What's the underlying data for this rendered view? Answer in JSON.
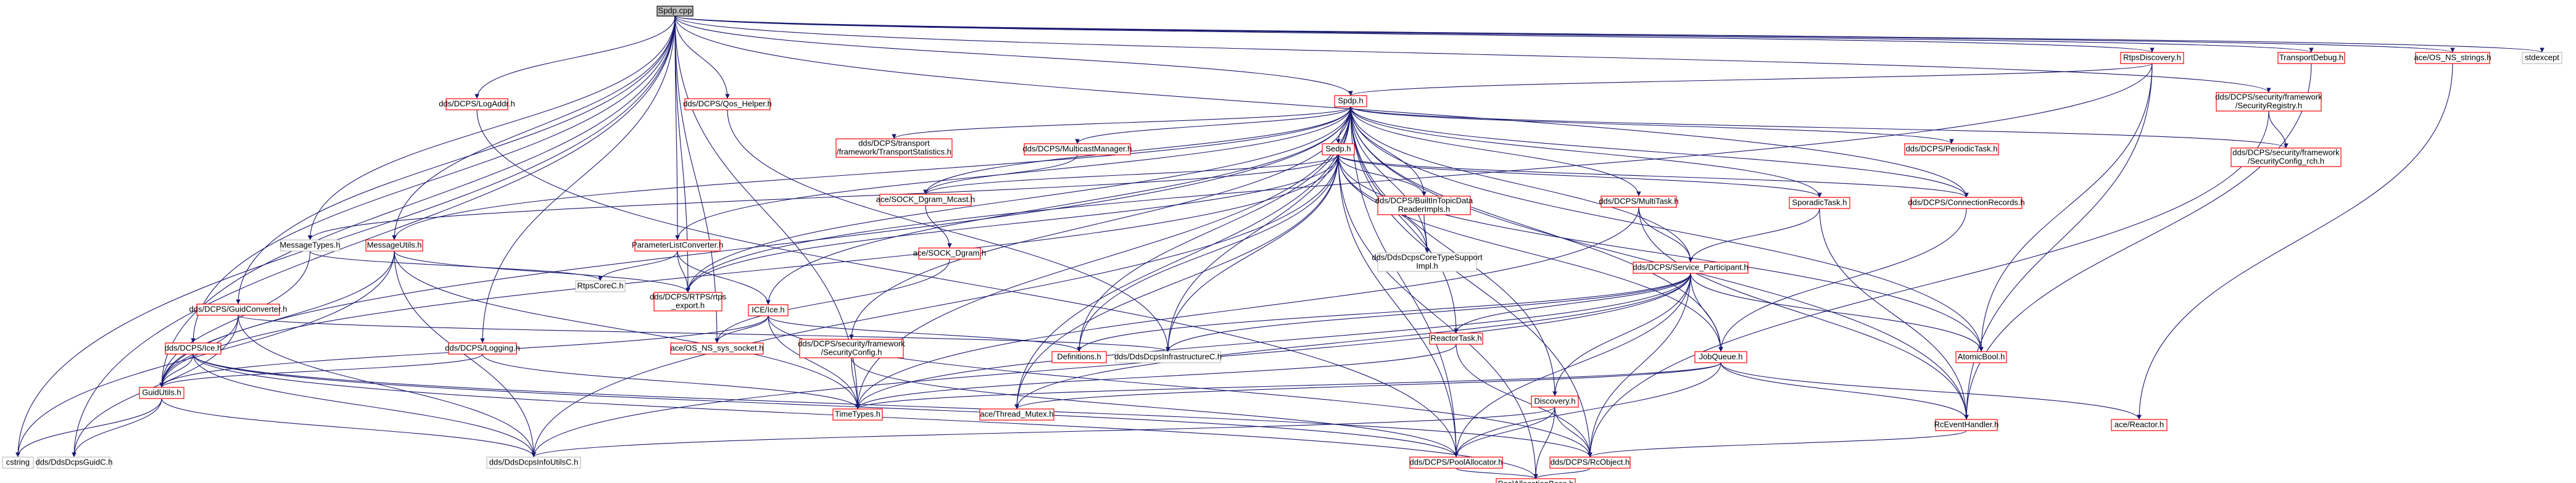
{
  "diagram": {
    "type": "include-dependency-graph",
    "root": "Spdp.cpp",
    "colors": {
      "edge": "#191970",
      "node_border_documented": "#ff0000",
      "node_border_external": "#bfbfbf",
      "root_fill": "#bfbfbf",
      "node_fill": "#ffffff",
      "text": "#000000"
    }
  },
  "nodes": [
    {
      "id": "spdp_cpp",
      "label": "Spdp.cpp",
      "kind": "root"
    },
    {
      "id": "cstring",
      "label": "cstring",
      "kind": "external"
    },
    {
      "id": "guid_c",
      "label": "dds/DdsDcpsGuidC.h",
      "kind": "external"
    },
    {
      "id": "guid_utils",
      "label": "GuidUtils.h",
      "kind": "doc"
    },
    {
      "id": "ice_h",
      "label": "dds/DCPS/Ice.h",
      "kind": "doc"
    },
    {
      "id": "guid_conv",
      "label": "dds/DCPS/GuidConverter.h",
      "kind": "doc"
    },
    {
      "id": "msg_types",
      "label": "MessageTypes.h",
      "kind": "external"
    },
    {
      "id": "msg_utils",
      "label": "MessageUtils.h",
      "kind": "doc"
    },
    {
      "id": "logging",
      "label": "dds/DCPS/Logging.h",
      "kind": "doc"
    },
    {
      "id": "log_addr",
      "label": "dds/DCPS/LogAddr.h",
      "kind": "doc"
    },
    {
      "id": "param_list",
      "label": "ParameterListConverter.h",
      "kind": "doc"
    },
    {
      "id": "qos_helper",
      "label": "dds/DCPS/Qos_Helper.h",
      "kind": "doc"
    },
    {
      "id": "rtps_core",
      "label": "RtpsCoreC.h",
      "kind": "external"
    },
    {
      "id": "rtps_export",
      "label": "dds/DCPS/RTPS/rtps\n_export.h",
      "kind": "doc"
    },
    {
      "id": "ice_ice",
      "label": "ICE/Ice.h",
      "kind": "doc"
    },
    {
      "id": "ace_sock_sys",
      "label": "ace/OS_NS_sys_socket.h",
      "kind": "doc"
    },
    {
      "id": "sec_config",
      "label": "dds/DCPS/security/framework\n/SecurityConfig.h",
      "kind": "doc"
    },
    {
      "id": "time_types",
      "label": "TimeTypes.h",
      "kind": "doc"
    },
    {
      "id": "thread_mutex",
      "label": "ace/Thread_Mutex.h",
      "kind": "doc"
    },
    {
      "id": "definitions",
      "label": "Definitions.h",
      "kind": "doc"
    },
    {
      "id": "infra_c",
      "label": "dds/DdsDcpsInfrastructureC.h",
      "kind": "external"
    },
    {
      "id": "info_utils",
      "label": "dds/DdsDcpsInfoUtilsC.h",
      "kind": "external"
    },
    {
      "id": "pool_alloc",
      "label": "dds/DCPS/PoolAllocator.h",
      "kind": "doc"
    },
    {
      "id": "rc_object",
      "label": "dds/DCPS/RcObject.h",
      "kind": "doc"
    },
    {
      "id": "pool_base",
      "label": "PoolAllocationBase.h",
      "kind": "doc"
    },
    {
      "id": "spdp_h",
      "label": "Spdp.h",
      "kind": "doc"
    },
    {
      "id": "sedp_h",
      "label": "Sedp.h",
      "kind": "doc"
    },
    {
      "id": "transport_stats",
      "label": "dds/DCPS/transport\n/framework/TransportStatistics.h",
      "kind": "doc"
    },
    {
      "id": "multicast_mgr",
      "label": "dds/DCPS/MulticastManager.h",
      "kind": "doc"
    },
    {
      "id": "ace_dgram_mcast",
      "label": "ace/SOCK_Dgram_Mcast.h",
      "kind": "doc"
    },
    {
      "id": "ace_dgram",
      "label": "ace/SOCK_Dgram.h",
      "kind": "doc"
    },
    {
      "id": "builtin_topic",
      "label": "dds/DCPS/BuiltInTopicData\nReaderImpls.h",
      "kind": "doc"
    },
    {
      "id": "core_type",
      "label": "dds/DdsDcpsCoreTypeSupport\nImpl.h",
      "kind": "external"
    },
    {
      "id": "multitask",
      "label": "dds/DCPS/MultiTask.h",
      "kind": "doc"
    },
    {
      "id": "sporadic",
      "label": "SporadicTask.h",
      "kind": "doc"
    },
    {
      "id": "conn_records",
      "label": "dds/DCPS/ConnectionRecords.h",
      "kind": "doc"
    },
    {
      "id": "periodic",
      "label": "dds/DCPS/PeriodicTask.h",
      "kind": "doc"
    },
    {
      "id": "service_part",
      "label": "dds/DCPS/Service_Participant.h",
      "kind": "doc"
    },
    {
      "id": "reactor_task",
      "label": "ReactorTask.h",
      "kind": "doc"
    },
    {
      "id": "job_queue",
      "label": "JobQueue.h",
      "kind": "doc"
    },
    {
      "id": "atomic_bool",
      "label": "AtomicBool.h",
      "kind": "doc"
    },
    {
      "id": "discovery",
      "label": "Discovery.h",
      "kind": "doc"
    },
    {
      "id": "rc_event",
      "label": "RcEventHandler.h",
      "kind": "doc"
    },
    {
      "id": "ace_reactor",
      "label": "ace/Reactor.h",
      "kind": "doc"
    },
    {
      "id": "rtps_discovery",
      "label": "RtpsDiscovery.h",
      "kind": "doc"
    },
    {
      "id": "sec_registry",
      "label": "dds/DCPS/security/framework\n/SecurityRegistry.h",
      "kind": "doc"
    },
    {
      "id": "sec_config_rch",
      "label": "dds/DCPS/security/framework\n/SecurityConfig_rch.h",
      "kind": "doc"
    },
    {
      "id": "transport_debug",
      "label": "TransportDebug.h",
      "kind": "doc"
    },
    {
      "id": "ace_os_string",
      "label": "ace/OS_NS_strings.h",
      "kind": "doc"
    },
    {
      "id": "stdexcept",
      "label": "stdexcept",
      "kind": "external"
    }
  ],
  "edges": [
    [
      "spdp_cpp",
      "cstring"
    ],
    [
      "spdp_cpp",
      "guid_c"
    ],
    [
      "spdp_cpp",
      "guid_utils"
    ],
    [
      "spdp_cpp",
      "ice_h"
    ],
    [
      "spdp_cpp",
      "guid_conv"
    ],
    [
      "spdp_cpp",
      "msg_types"
    ],
    [
      "spdp_cpp",
      "msg_utils"
    ],
    [
      "spdp_cpp",
      "logging"
    ],
    [
      "spdp_cpp",
      "log_addr"
    ],
    [
      "spdp_cpp",
      "param_list"
    ],
    [
      "spdp_cpp",
      "qos_helper"
    ],
    [
      "spdp_cpp",
      "spdp_h"
    ],
    [
      "spdp_cpp",
      "rtps_discovery"
    ],
    [
      "spdp_cpp",
      "sec_registry"
    ],
    [
      "spdp_cpp",
      "transport_debug"
    ],
    [
      "spdp_cpp",
      "ace_os_string"
    ],
    [
      "spdp_cpp",
      "stdexcept"
    ],
    [
      "spdp_cpp",
      "conn_records"
    ],
    [
      "spdp_cpp",
      "time_types"
    ],
    [
      "spdp_cpp",
      "ace_sock_sys"
    ],
    [
      "spdp_cpp",
      "rtps_export"
    ],
    [
      "guid_utils",
      "guid_c"
    ],
    [
      "guid_utils",
      "cstring"
    ],
    [
      "guid_utils",
      "info_utils"
    ],
    [
      "ice_h",
      "guid_utils"
    ],
    [
      "ice_h",
      "info_utils"
    ],
    [
      "ice_h",
      "pool_alloc"
    ],
    [
      "ice_h",
      "rc_object"
    ],
    [
      "ice_h",
      "pool_base"
    ],
    [
      "guid_conv",
      "guid_utils"
    ],
    [
      "guid_conv",
      "info_utils"
    ],
    [
      "guid_conv",
      "guid_c"
    ],
    [
      "guid_conv",
      "infra_c"
    ],
    [
      "msg_types",
      "guid_utils"
    ],
    [
      "msg_types",
      "rtps_core"
    ],
    [
      "msg_utils",
      "guid_utils"
    ],
    [
      "msg_utils",
      "cstring"
    ],
    [
      "msg_utils",
      "info_utils"
    ],
    [
      "msg_utils",
      "time_types"
    ],
    [
      "msg_utils",
      "rtps_export"
    ],
    [
      "logging",
      "guid_utils"
    ],
    [
      "logging",
      "time_types"
    ],
    [
      "log_addr",
      "pool_alloc"
    ],
    [
      "param_list",
      "rtps_core"
    ],
    [
      "param_list",
      "rtps_export"
    ],
    [
      "param_list",
      "ice_ice"
    ],
    [
      "qos_helper",
      "infra_c"
    ],
    [
      "ice_ice",
      "guid_utils"
    ],
    [
      "ice_ice",
      "time_types"
    ],
    [
      "ice_ice",
      "ace_sock_sys"
    ],
    [
      "ice_ice",
      "definitions"
    ],
    [
      "ice_ice",
      "rc_object"
    ],
    [
      "sec_config",
      "time_types"
    ],
    [
      "sec_config",
      "pool_alloc"
    ],
    [
      "spdp_h",
      "sedp_h"
    ],
    [
      "spdp_h",
      "transport_stats"
    ],
    [
      "spdp_h",
      "multicast_mgr"
    ],
    [
      "spdp_h",
      "ace_dgram_mcast"
    ],
    [
      "spdp_h",
      "builtin_topic"
    ],
    [
      "spdp_h",
      "core_type"
    ],
    [
      "spdp_h",
      "multitask"
    ],
    [
      "spdp_h",
      "sporadic"
    ],
    [
      "spdp_h",
      "conn_records"
    ],
    [
      "spdp_h",
      "periodic"
    ],
    [
      "spdp_h",
      "sec_config_rch"
    ],
    [
      "spdp_h",
      "service_part"
    ],
    [
      "spdp_h",
      "job_queue"
    ],
    [
      "spdp_h",
      "atomic_bool"
    ],
    [
      "spdp_h",
      "rc_event"
    ],
    [
      "spdp_h",
      "definitions"
    ],
    [
      "spdp_h",
      "infra_c"
    ],
    [
      "spdp_h",
      "time_types"
    ],
    [
      "spdp_h",
      "thread_mutex"
    ],
    [
      "spdp_h",
      "sec_config"
    ],
    [
      "spdp_h",
      "ice_ice"
    ],
    [
      "spdp_h",
      "guid_utils"
    ],
    [
      "spdp_h",
      "rtps_export"
    ],
    [
      "spdp_h",
      "param_list"
    ],
    [
      "spdp_h",
      "msg_utils"
    ],
    [
      "spdp_h",
      "discovery"
    ],
    [
      "spdp_h",
      "reactor_task"
    ],
    [
      "spdp_h",
      "pool_alloc"
    ],
    [
      "spdp_h",
      "rc_object"
    ],
    [
      "sedp_h",
      "msg_types"
    ],
    [
      "sedp_h",
      "ace_dgram_mcast"
    ],
    [
      "sedp_h",
      "builtin_topic"
    ],
    [
      "sedp_h",
      "core_type"
    ],
    [
      "sedp_h",
      "sporadic"
    ],
    [
      "sedp_h",
      "conn_records"
    ],
    [
      "sedp_h",
      "definitions"
    ],
    [
      "sedp_h",
      "infra_c"
    ],
    [
      "sedp_h",
      "job_queue"
    ],
    [
      "sedp_h",
      "atomic_bool"
    ],
    [
      "sedp_h",
      "thread_mutex"
    ],
    [
      "sedp_h",
      "info_utils"
    ],
    [
      "sedp_h",
      "pool_alloc"
    ],
    [
      "sedp_h",
      "guid_utils"
    ],
    [
      "sedp_h",
      "rtps_export"
    ],
    [
      "sedp_h",
      "pool_base"
    ],
    [
      "multicast_mgr",
      "ace_dgram_mcast"
    ],
    [
      "ace_dgram_mcast",
      "ace_dgram"
    ],
    [
      "ace_dgram",
      "ace_sock_sys"
    ],
    [
      "builtin_topic",
      "core_type"
    ],
    [
      "multitask",
      "service_part"
    ],
    [
      "multitask",
      "rc_event"
    ],
    [
      "multitask",
      "time_types"
    ],
    [
      "sporadic",
      "service_part"
    ],
    [
      "sporadic",
      "rc_event"
    ],
    [
      "conn_records",
      "job_queue"
    ],
    [
      "service_part",
      "definitions"
    ],
    [
      "service_part",
      "infra_c"
    ],
    [
      "service_part",
      "job_queue"
    ],
    [
      "service_part",
      "atomic_bool"
    ],
    [
      "service_part",
      "reactor_task"
    ],
    [
      "service_part",
      "discovery"
    ],
    [
      "service_part",
      "pool_alloc"
    ],
    [
      "service_part",
      "time_types"
    ],
    [
      "service_part",
      "thread_mutex"
    ],
    [
      "service_part",
      "rc_object"
    ],
    [
      "service_part",
      "info_utils"
    ],
    [
      "reactor_task",
      "time_types"
    ],
    [
      "reactor_task",
      "rc_object"
    ],
    [
      "job_queue",
      "rc_event"
    ],
    [
      "job_queue",
      "ace_reactor"
    ],
    [
      "job_queue",
      "pool_alloc"
    ],
    [
      "job_queue",
      "thread_mutex"
    ],
    [
      "job_queue",
      "time_types"
    ],
    [
      "discovery",
      "pool_alloc"
    ],
    [
      "discovery",
      "rc_object"
    ],
    [
      "discovery",
      "info_utils"
    ],
    [
      "discovery",
      "pool_base"
    ],
    [
      "rc_event",
      "rc_object"
    ],
    [
      "rc_object",
      "pool_base"
    ],
    [
      "pool_alloc",
      "pool_base"
    ],
    [
      "rtps_discovery",
      "spdp_h"
    ],
    [
      "rtps_discovery",
      "atomic_bool"
    ],
    [
      "rtps_discovery",
      "rc_event"
    ],
    [
      "rtps_discovery",
      "rtps_export"
    ],
    [
      "sec_registry",
      "sec_config_rch"
    ],
    [
      "sec_registry",
      "rc_object"
    ],
    [
      "transport_debug",
      "rc_event"
    ],
    [
      "ace_os_string",
      "ace_reactor"
    ]
  ]
}
